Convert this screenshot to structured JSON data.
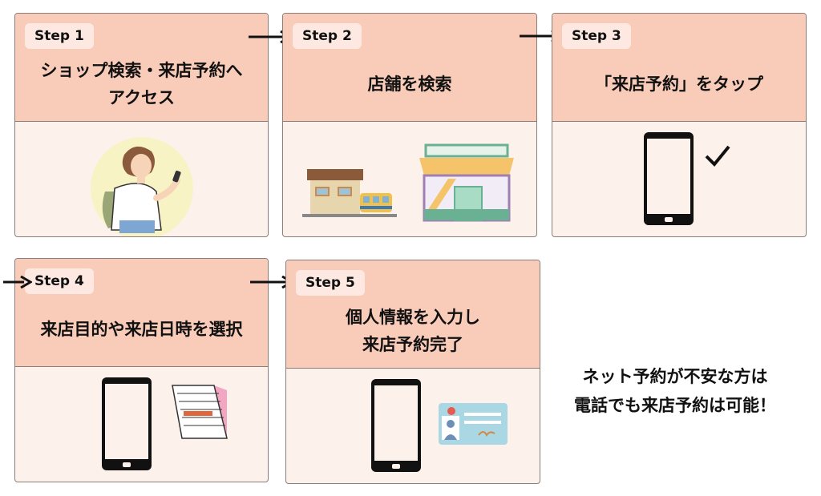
{
  "steps": [
    {
      "badge": "Step 1",
      "title": "ショップ検索・来店予約へ\nアクセス"
    },
    {
      "badge": "Step 2",
      "title": "店舗を検索"
    },
    {
      "badge": "Step 3",
      "title": "「来店予約」をタップ"
    },
    {
      "badge": "Step 4",
      "title": "来店目的や来店日時を選択"
    },
    {
      "badge": "Step 5",
      "title": "個人情報を入力し\n来店予約完了"
    }
  ],
  "note": {
    "line1": "ネット予約が不安な方は",
    "line2": "電話でも来店予約は可能！"
  },
  "icons": {
    "step1": "woman-with-smartphone-illustration",
    "step2": "station-and-shop-illustration",
    "step3": [
      "smartphone-icon",
      "checkmark-icon"
    ],
    "step4": [
      "smartphone-icon",
      "calendar-icon"
    ],
    "step5": [
      "smartphone-icon",
      "id-card-icon"
    ]
  },
  "colors": {
    "header_bg": "#f9cbb9",
    "body_bg": "#fdf1ec",
    "badge_bg": "#fde9e1",
    "border": "#8a7d7a"
  }
}
